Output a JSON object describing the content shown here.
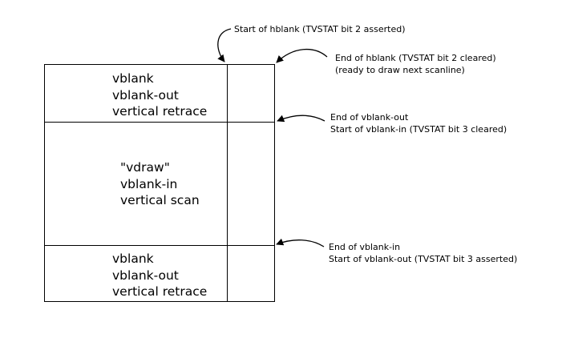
{
  "regions": {
    "top": {
      "lines": [
        "vblank",
        "vblank-out",
        "vertical retrace"
      ]
    },
    "middle": {
      "lines": [
        "\"vdraw\"",
        "vblank-in",
        "vertical scan"
      ]
    },
    "bottom": {
      "lines": [
        "vblank",
        "vblank-out",
        "vertical retrace"
      ]
    }
  },
  "annotations": {
    "hblank_start": {
      "lines": [
        "Start of hblank (TVSTAT bit 2 asserted)"
      ]
    },
    "hblank_end": {
      "lines": [
        "End of hblank (TVSTAT bit 2 cleared)",
        "(ready to draw next scanline)"
      ]
    },
    "vblank_out_end": {
      "lines": [
        "End of vblank-out",
        "Start of vblank-in  (TVSTAT bit 3 cleared)"
      ]
    },
    "vblank_in_end": {
      "lines": [
        "End of vblank-in",
        "Start of vblank-out  (TVSTAT bit 3 asserted)"
      ]
    }
  }
}
